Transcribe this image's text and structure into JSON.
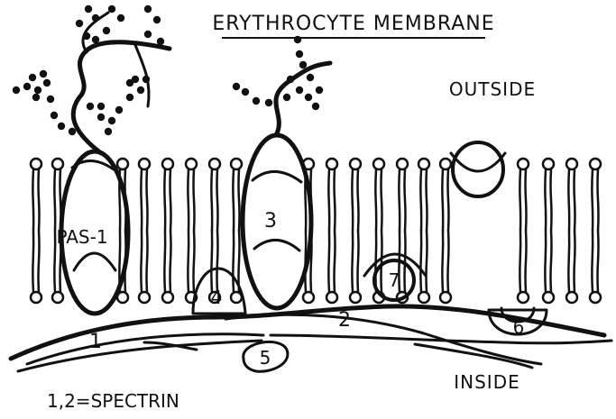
{
  "title": "ERYTHROCYTE MEMBRANE",
  "outside_label": "OUTSIDE",
  "inside_label": "INSIDE",
  "proteins": {
    "pas1": "PAS-1",
    "p1": "1",
    "p2": "2",
    "p3": "3",
    "p4": "4",
    "p5": "5",
    "p6": "6",
    "p7": "7"
  },
  "legend": "1,2=SPECTRIN"
}
